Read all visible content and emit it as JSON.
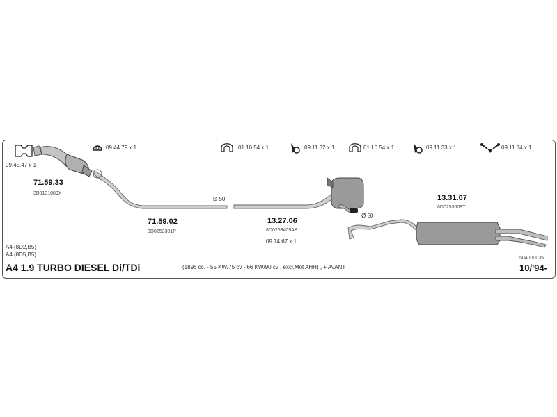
{
  "fitting_icons": [
    {
      "icon": "clamp-icon",
      "qty": "09.44.79 x 1"
    },
    {
      "icon": "rubber-hanger-icon",
      "qty": "01.10.54 x 1"
    },
    {
      "icon": "mounting-bracket-icon",
      "qty": "09.11.32 x 1"
    },
    {
      "icon": "rubber-hanger-icon",
      "qty": "01.10.54 x 1"
    },
    {
      "icon": "mounting-bracket-icon",
      "qty": "09.11.33 x 1"
    },
    {
      "icon": "bolt-set-icon",
      "qty": "09.11.34 x 1"
    }
  ],
  "gasket_qty": "09.45.47 x 1",
  "parts": [
    {
      "number": "71.59.33",
      "oem": "3B0131089X"
    },
    {
      "number": "71.59.02",
      "oem": "8D0253301P"
    },
    {
      "number": "13.27.06",
      "oem": "8D0253409AB",
      "extra": "09.74.67 x 1"
    },
    {
      "number": "13.31.07",
      "oem": "8D0253609T"
    }
  ],
  "diameters": [
    "Ø 50",
    "Ø 50"
  ],
  "models": [
    "A4 (8D2,B5)",
    "A4 (8D5,B5)"
  ],
  "title": "A4 1.9 TURBO DIESEL Di/TDi",
  "spec": "(1896 cc. - 55 KW/75 cv - 66 KW/90 cv , excl.Mot AHH) , + AVANT",
  "drawing_number": "504000035",
  "date": "10/'94-"
}
